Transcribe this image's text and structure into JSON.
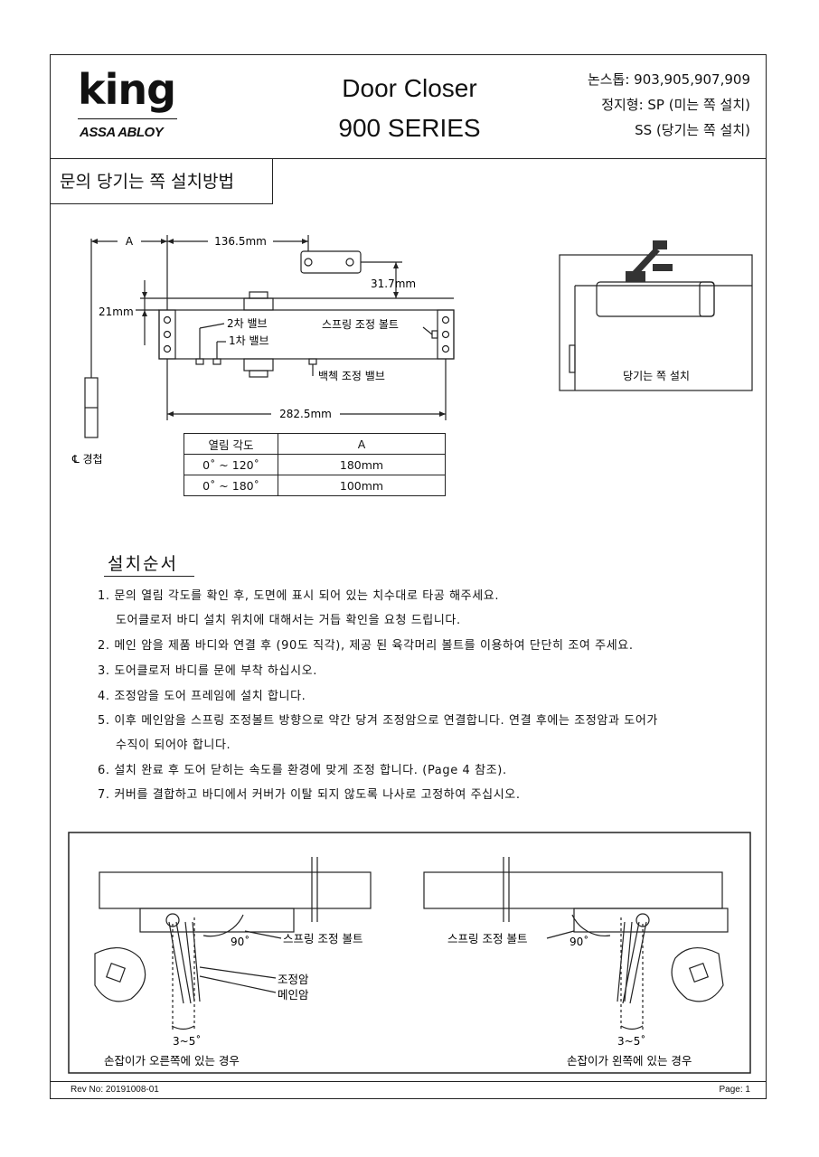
{
  "brand": {
    "name": "king",
    "sub": "ASSA ABLOY"
  },
  "header": {
    "title_line1": "Door Closer",
    "title_line2": "900 SERIES",
    "models_line1": "논스톱: 903,905,907,909",
    "models_line2": "정지형: SP (미는 쪽 설치)",
    "models_line3": "SS (당기는 쪽 설치)"
  },
  "section_title": "문의 당기는 쪽 설치방법",
  "diagram": {
    "dim_a": "A",
    "dim_136": "136.5mm",
    "dim_31": "31.7mm",
    "dim_21": "21mm",
    "dim_282": "282.5mm",
    "valve2": "2차 밸브",
    "valve1": "1차 밸브",
    "spring_bolt": "스프링 조정 볼트",
    "backcheck": "백첵 조정 밸브",
    "hinge": "℄ 경첩",
    "pull_side": "당기는 쪽 설치"
  },
  "angle_table": {
    "headers": [
      "열림 각도",
      "A"
    ],
    "rows": [
      [
        "0˚ ~ 120˚",
        "180mm"
      ],
      [
        "0˚ ~ 180˚",
        "100mm"
      ]
    ]
  },
  "steps": {
    "heading": "설치순서",
    "items": [
      "1. 문의 열림 각도를 확인 후, 도면에 표시 되어 있는 치수대로 타공 해주세요.",
      "도어클로저 바디 설치 위치에 대해서는 거듭 확인을 요청 드립니다.",
      "2. 메인 암을 제품 바디와 연결 후 (90도 직각), 제공 된 육각머리 볼트를 이용하여 단단히 조여 주세요.",
      "3. 도어클로저 바디를 문에 부착 하십시오.",
      "4. 조정암을 도어 프레임에 설치 합니다.",
      "5. 이후 메인암을 스프링 조정볼트 방향으로 약간 당겨 조정암으로 연결합니다. 연결 후에는 조정암과 도어가",
      "수직이 되어야 합니다.",
      "6. 설치 완료 후 도어 닫히는 속도를 환경에 맞게 조정 합니다. (Page 4 참조).",
      "7. 커버를 결합하고 바디에서 커버가 이탈 되지 않도록 나사로 고정하여 주십시오."
    ]
  },
  "bottom_diagram": {
    "left_spring": "스프링 조정 볼트",
    "left_90": "90˚",
    "adjust_arm": "조정암",
    "main_arm": "메인암",
    "left_angle": "3~5˚",
    "left_caption": "손잡이가 오른쪽에 있는 경우",
    "right_spring": "스프링 조정 볼트",
    "right_90": "90˚",
    "right_angle": "3~5˚",
    "right_caption": "손잡이가 왼쪽에 있는 경우"
  },
  "footer": {
    "rev": "Rev No: 20191008-01",
    "page": "Page: 1"
  }
}
